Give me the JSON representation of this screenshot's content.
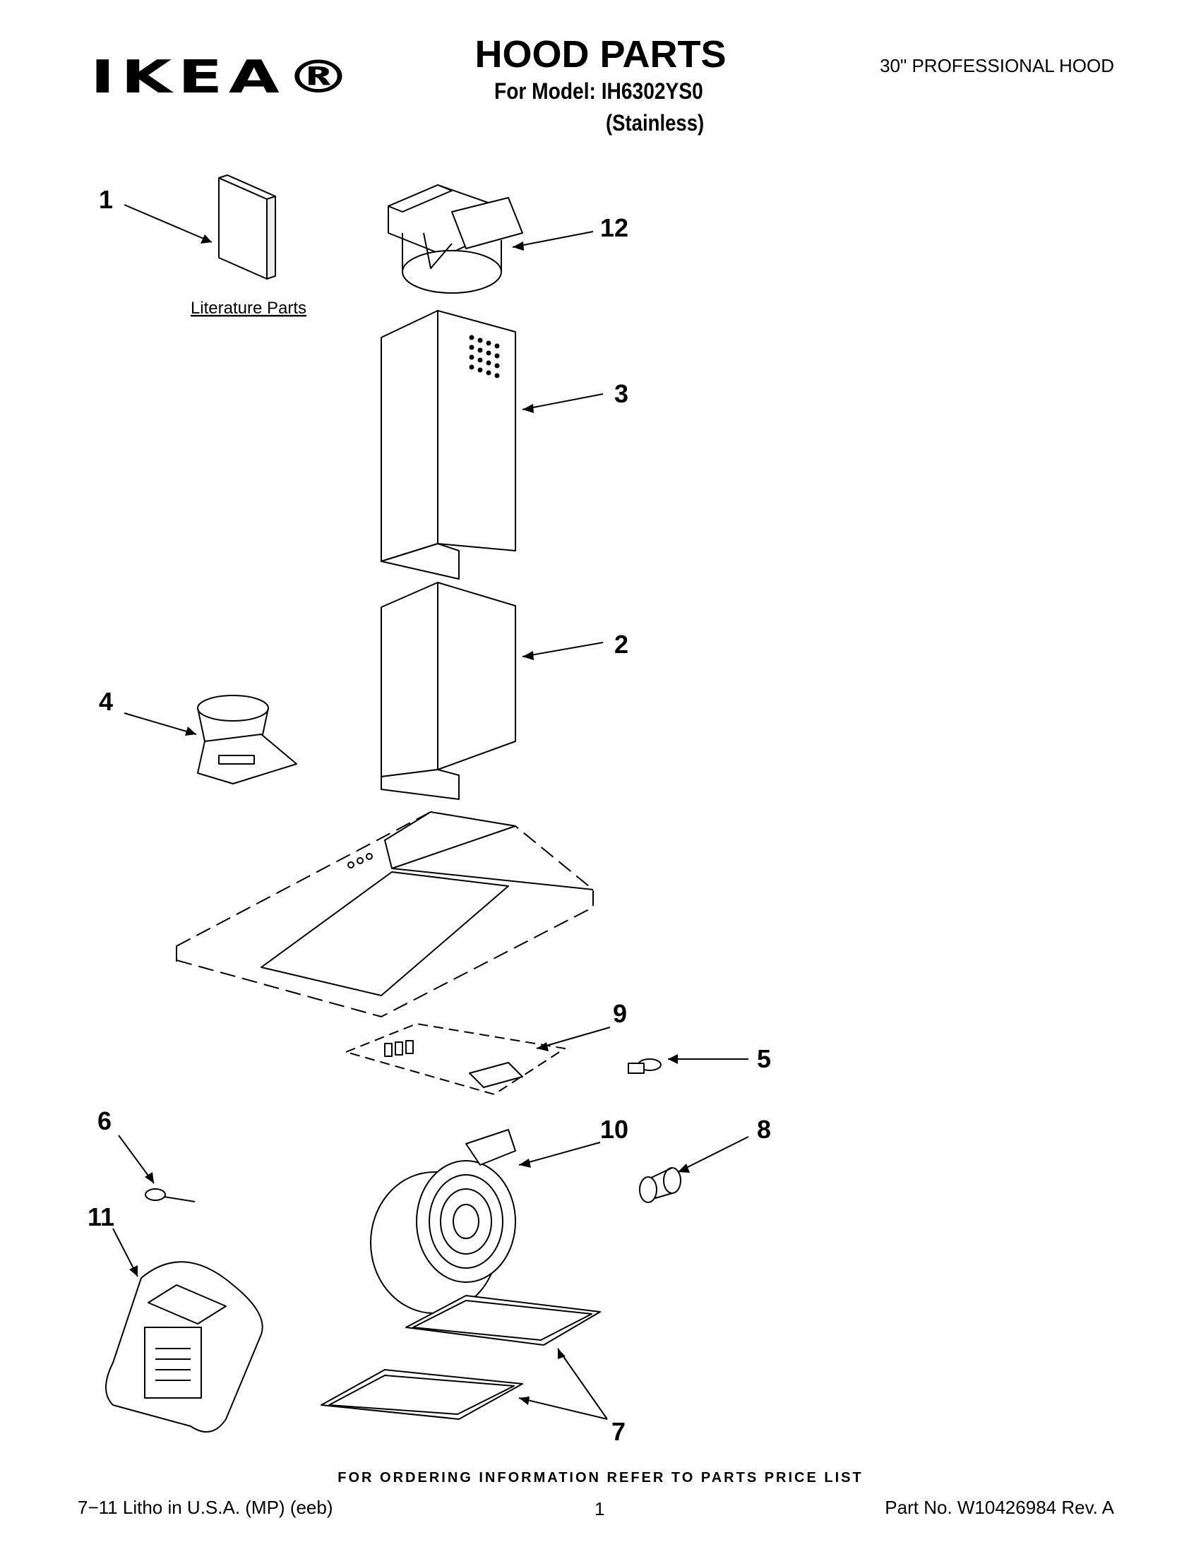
{
  "header": {
    "brand": "IKEA®",
    "title": "HOOD PARTS",
    "model_line": "For Model: IH6302YS0",
    "variant": "(Stainless)",
    "product": "30\" PROFESSIONAL HOOD"
  },
  "diagram": {
    "literature_label": "Literature Parts",
    "callouts": [
      "1",
      "12",
      "3",
      "2",
      "4",
      "9",
      "5",
      "6",
      "10",
      "8",
      "11",
      "7"
    ]
  },
  "footer": {
    "ordering_note": "FOR ORDERING INFORMATION REFER TO PARTS PRICE LIST",
    "litho": "7−11 Litho in U.S.A. (MP) (eeb)",
    "page_number": "1",
    "part_number": "Part No. W10426984 Rev. A"
  }
}
